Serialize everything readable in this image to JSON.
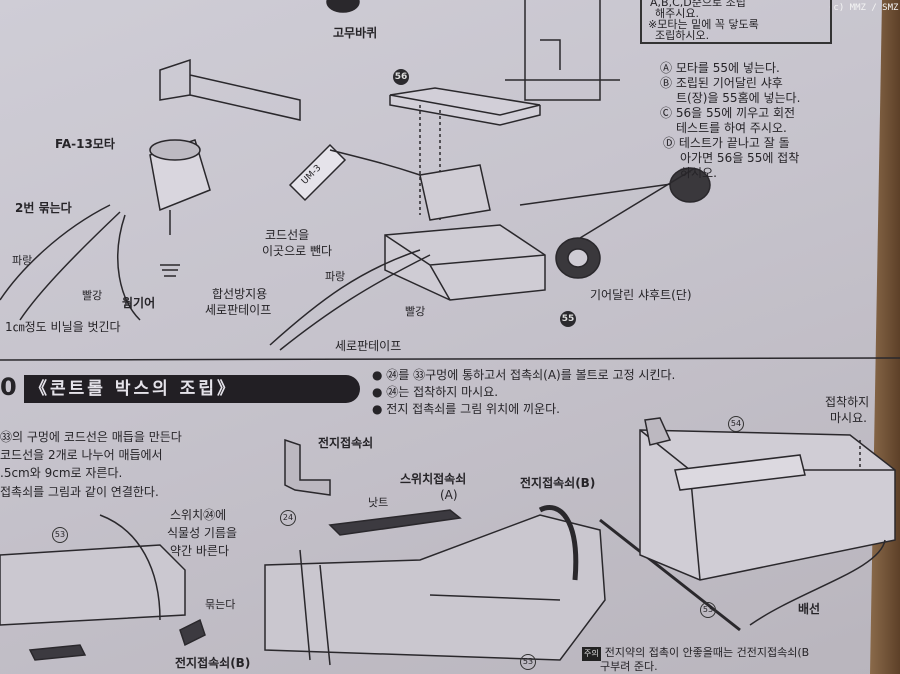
{
  "watermark": "(c) MMZ / SMZ",
  "top": {
    "rubber_wheel": "고무바퀴",
    "box_lines": [
      "A,B,C,D순으로 조립",
      "해주시요.",
      "※모타는 밑에 꼭 닿도록",
      "조립하시오."
    ],
    "steps": [
      "Ⓐ 모타를 55에 넣는다.",
      "Ⓑ 조립된 기어달린 샤후",
      "트(장)을 55홈에 넣는다.",
      "Ⓒ 56을 55에 끼우고 회전",
      "테스트를 하여 주시오.",
      "Ⓓ 테스트가 끝나고 잘 돌",
      "아가면 56을 55에 접착",
      "하시오."
    ],
    "motor": "FA-13모타",
    "tie_twice": "2번 묶는다",
    "blue": "파랑",
    "red": "빨강",
    "worm_gear": "웜기어",
    "strip": "1㎝정도 비닐을 벗긴다",
    "cord_out_1": "코드선을",
    "cord_out_2": "이곳으로 뺀다",
    "blue2": "파랑",
    "red2": "빨강",
    "short_prevent_1": "합선방지용",
    "short_prevent_2": "세로판테이프",
    "cellophane": "세로판테이프",
    "gear_shaft": "기어달린 샤후트(단)",
    "part_56": "56",
    "part_55": "55",
    "battery_um3": "UM-3"
  },
  "section": {
    "number": "0",
    "title": "《콘트롤 박스의 조립》",
    "bullets": [
      "● ㉔를 ㉝구멍에 통하고서 접촉쇠(A)를 볼트로 고정 시킨다.",
      "● ㉔는 접착하지 마시요.",
      "● 전지 접촉쇠를 그림 위치에 끼운다."
    ],
    "paragraph": [
      "㉝의 구멍에 코드선은 매듭을 만든다",
      "코드선을  2개로 나누어 매듭에서",
      ".5cm와  9cm로 자른다.",
      "접촉쇠를 그림과 같이 연결한다."
    ],
    "battery_contact": "전지접속쇠",
    "switch_contact": "스위치접속쇠",
    "switch_contact_a": "(A)",
    "nut": "낫트",
    "battery_contact_b": "전지접속쇠(B)",
    "switch_oil": [
      "스위치㉔에",
      "식물성 기름을",
      "약간 바른다"
    ],
    "tie": "묶는다",
    "battery_contact_b2": "전지접속쇠(B)",
    "part_24": "24",
    "part_53": "53",
    "part_54": "54",
    "no_glue": [
      "접착하지",
      "마시요."
    ],
    "wiring": "배선",
    "note_tag": "주의",
    "note": [
      "전지약의 접촉이 안좋을때는 건전지접속쇠(B",
      "구부려 준다."
    ]
  }
}
